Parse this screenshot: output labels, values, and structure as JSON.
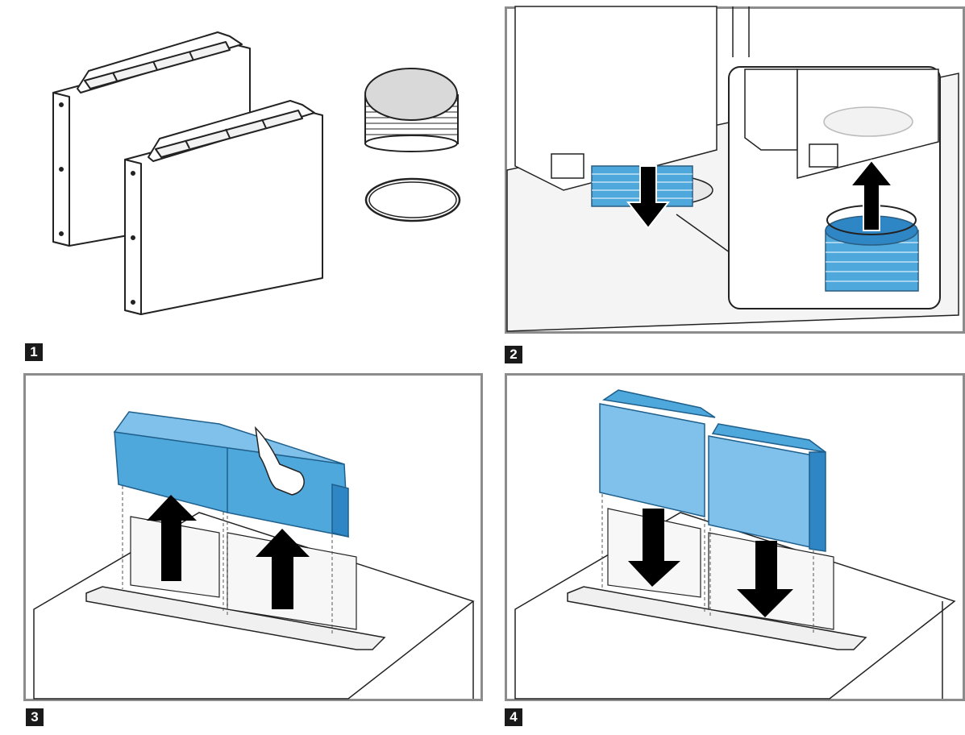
{
  "steps": [
    {
      "number": "1"
    },
    {
      "number": "2"
    },
    {
      "number": "3"
    },
    {
      "number": "4"
    }
  ],
  "colors": {
    "accent_blue": "#4ea8dc",
    "accent_blue_dark": "#2f86c4",
    "light_blue": "#7fc1ea",
    "frame_gray": "#8c8c8c",
    "badge_black": "#1a1a1a",
    "arrow_black": "#000000"
  },
  "icons": [
    "carbon-filter-icon",
    "sealing-disc-stack-icon",
    "retaining-ring-icon",
    "up-arrow-icon",
    "down-arrow-icon",
    "hand-icon"
  ]
}
